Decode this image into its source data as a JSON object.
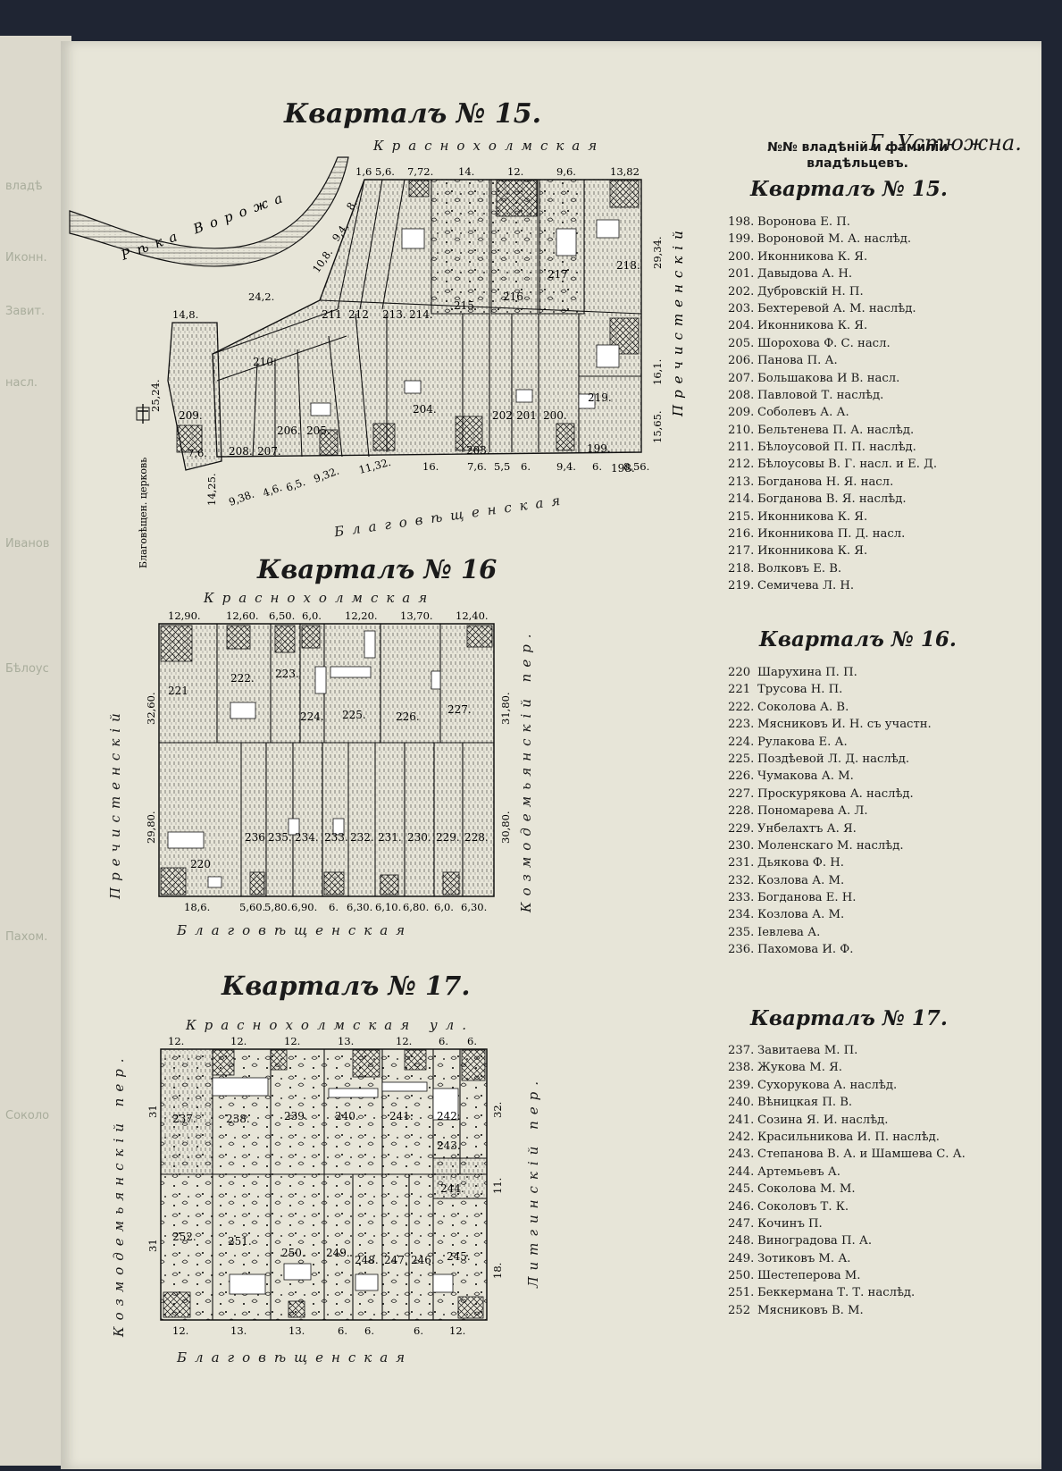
{
  "page": {
    "city": "Г. Устюжна.",
    "owners_heading": "№№ владѣній и фамиліи владѣльцевъ."
  },
  "quarter15": {
    "title": "Кварталъ № 15.",
    "street_top": "Краснохолмская",
    "street_bottom": "Благовѣщенская",
    "street_right": "Пречистенскій",
    "river": "Рѣка Ворожа",
    "church": "Благовѣщен. церковь",
    "plots": [
      "198.",
      "199.",
      "200.",
      "201",
      "202",
      "203.",
      "204.",
      "205.",
      "206.",
      "207.",
      "208.",
      "209.",
      "210.",
      "211",
      "212",
      "213.",
      "214.",
      "215",
      "216",
      "217",
      "218.",
      "219."
    ],
    "top_dims": [
      "1,6",
      "5,6.",
      "7,72.",
      "14.",
      "12.",
      "9,6.",
      "13,82"
    ],
    "bottom_dims": [
      "16.",
      "7,6.",
      "5,5",
      "6.",
      "9,4.",
      "6.",
      "8,56."
    ],
    "left_dims": [
      "14,8.",
      "24,2.",
      "25,24.",
      "7,6.",
      "14,25.",
      "9,38.",
      "4,6.",
      "6,5.",
      "9,32.",
      "11,32.",
      "10,8.",
      "9,4.",
      "8."
    ],
    "right_dims": [
      "29,34.",
      "16,1.",
      "15,65."
    ]
  },
  "quarter16": {
    "title": "Кварталъ № 16",
    "street_top": "Краснохолмская",
    "street_bottom": "Благовѣщенская",
    "street_left": "Пречистенскій",
    "street_right": "Козмодемьянскій пер.",
    "plots": [
      "220",
      "221",
      "222.",
      "223.",
      "224.",
      "225.",
      "226.",
      "227.",
      "228.",
      "229.",
      "230.",
      "231.",
      "232.",
      "233.",
      "234.",
      "235.",
      "236"
    ],
    "top_dims": [
      "12,90.",
      "12,60.",
      "6,50.",
      "6,0.",
      "12,20.",
      "13,70.",
      "12,40."
    ],
    "bottom_dims": [
      "18,6.",
      "5,60.",
      "5,80.",
      "6,90.",
      "6.",
      "6,30.",
      "6,10.",
      "6,80.",
      "6,0.",
      "6,30."
    ],
    "left_dims": [
      "32,60.",
      "29,80."
    ],
    "right_dims": [
      "31,80.",
      "30,80."
    ]
  },
  "quarter17": {
    "title": "Кварталъ № 17.",
    "street_top": "Краснохолмская ул.",
    "street_bottom": "Благовѣщенская",
    "street_left": "Козмодемьянскій пер.",
    "street_right": "Литгинскій пер.",
    "plots": [
      "237.",
      "238.",
      "239.",
      "240.",
      "241.",
      "242.",
      "243.",
      "244.",
      "245.",
      "246.",
      "247.",
      "248.",
      "249.",
      "250.",
      "251.",
      "252."
    ],
    "top_dims": [
      "12.",
      "12.",
      "12.",
      "13.",
      "12.",
      "6.",
      "6."
    ],
    "bottom_dims": [
      "12.",
      "13.",
      "13.",
      "6.",
      "6.",
      "6.",
      "12."
    ],
    "left_dims": [
      "31",
      "31"
    ],
    "right_dims": [
      "32.",
      "11.",
      "18."
    ]
  },
  "owners15": {
    "title": "Кварталъ № 15.",
    "entries": [
      {
        "num": "198.",
        "name": "Воронова Е. П."
      },
      {
        "num": "199.",
        "name": "Вороновой М. А. наслѣд."
      },
      {
        "num": "200.",
        "name": "Иконникова К. Я."
      },
      {
        "num": "201.",
        "name": "Давыдова А. Н."
      },
      {
        "num": "202.",
        "name": "Дубровскій Н. П."
      },
      {
        "num": "203.",
        "name": "Бехтеревой А. М. наслѣд."
      },
      {
        "num": "204.",
        "name": "Иконникова К. Я."
      },
      {
        "num": "205.",
        "name": "Шорохова Ф. С. насл."
      },
      {
        "num": "206.",
        "name": "Панова П. А."
      },
      {
        "num": "207.",
        "name": "Большакова И В. насл."
      },
      {
        "num": "208.",
        "name": "Павловой Т. наслѣд."
      },
      {
        "num": "209.",
        "name": "Соболевъ А. А."
      },
      {
        "num": "210.",
        "name": "Бельтенева П. А. наслѣд."
      },
      {
        "num": "211.",
        "name": "Бѣлоусовой П. П. наслѣд."
      },
      {
        "num": "212.",
        "name": "Бѣлоусовы В. Г. насл. и Е. Д."
      },
      {
        "num": "213.",
        "name": "Богданова Н. Я. насл."
      },
      {
        "num": "214.",
        "name": "Богданова В. Я. наслѣд."
      },
      {
        "num": "215.",
        "name": "Иконникова К. Я."
      },
      {
        "num": "216.",
        "name": "Иконникова П. Д. насл."
      },
      {
        "num": "217.",
        "name": "Иконникова К. Я."
      },
      {
        "num": "218.",
        "name": "Волковъ Е. В."
      },
      {
        "num": "219.",
        "name": "Семичева Л. Н."
      }
    ]
  },
  "owners16": {
    "title": "Кварталъ № 16.",
    "entries": [
      {
        "num": "220",
        "name": "Шарухина П. П."
      },
      {
        "num": "221",
        "name": "Трусова Н. П."
      },
      {
        "num": "222.",
        "name": "Соколова А. В."
      },
      {
        "num": "223.",
        "name": "Мясниковъ И. Н. съ участн."
      },
      {
        "num": "224.",
        "name": "Рулакова Е. А."
      },
      {
        "num": "225.",
        "name": "Поздѣевой Л. Д. наслѣд."
      },
      {
        "num": "226.",
        "name": "Чумакова А. М."
      },
      {
        "num": "227.",
        "name": "Проскурякова А. наслѣд."
      },
      {
        "num": "228.",
        "name": "Пономарева А. Л."
      },
      {
        "num": "229.",
        "name": "Унбелахтъ А. Я."
      },
      {
        "num": "230.",
        "name": "Моленскаго М. наслѣд."
      },
      {
        "num": "231.",
        "name": "Дьякова Ф. Н."
      },
      {
        "num": "232.",
        "name": "Козлова А. М."
      },
      {
        "num": "233.",
        "name": "Богданова Е. Н."
      },
      {
        "num": "234.",
        "name": "Козлова А. М."
      },
      {
        "num": "235.",
        "name": "Іевлева А."
      },
      {
        "num": "236.",
        "name": "Пахомова И. Ф."
      }
    ]
  },
  "owners17": {
    "title": "Кварталъ № 17.",
    "entries": [
      {
        "num": "237.",
        "name": "Завитаева М. П."
      },
      {
        "num": "238.",
        "name": "Жукова М. Я."
      },
      {
        "num": "239.",
        "name": "Сухорукова А. наслѣд."
      },
      {
        "num": "240.",
        "name": "Вѣницкая П. В."
      },
      {
        "num": "241.",
        "name": "Созина Я. И. наслѣд."
      },
      {
        "num": "242.",
        "name": "Красильникова И. П. наслѣд."
      },
      {
        "num": "243.",
        "name": "Степанова В. А. и Шамшева С. А."
      },
      {
        "num": "244.",
        "name": "Артемьевъ А."
      },
      {
        "num": "245.",
        "name": "Соколова М. М."
      },
      {
        "num": "246.",
        "name": "Соколовъ Т. К."
      },
      {
        "num": "247.",
        "name": "Кочинъ П."
      },
      {
        "num": "248.",
        "name": "Виноградова П. А."
      },
      {
        "num": "249.",
        "name": "Зотиковъ М. А."
      },
      {
        "num": "250.",
        "name": "Шестеперова М."
      },
      {
        "num": "251.",
        "name": "Беккермана Т. Т. наслѣд."
      },
      {
        "num": "252",
        "name": "Мясниковъ В. М."
      }
    ]
  }
}
